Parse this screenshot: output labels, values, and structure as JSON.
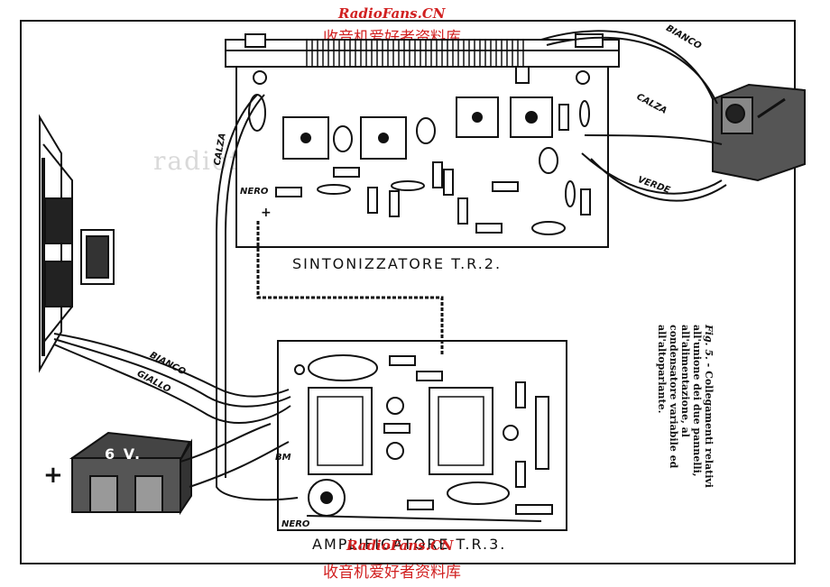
{
  "watermark": {
    "site": "RadioFans.CN",
    "site_cn": "收音机爱好者资料库",
    "ghost": "radiofans.cn"
  },
  "panels": {
    "tuner_label": "SINTONIZZATORE T.R.2.",
    "amp_label": "AMPLIFICATORE T.R.3."
  },
  "wires": {
    "bianco_top": "BIANCO",
    "calza_top": "CALZA",
    "verde": "VERDE",
    "calza_left": "CALZA",
    "nero_tuner": "NERO",
    "bianco_left": "BIANCO",
    "giallo": "GIALLO",
    "nero_amp": "NERO",
    "bm": "BM"
  },
  "battery": {
    "label": "6 V.",
    "plus": "+"
  },
  "tuner_plus": "+",
  "caption": {
    "fig": "Fig. 5.",
    "text": "- Collegamenti relativi all'unione dei due pannelli, all'alimentazione, al condensatore variabile ed all'altoparlante."
  }
}
